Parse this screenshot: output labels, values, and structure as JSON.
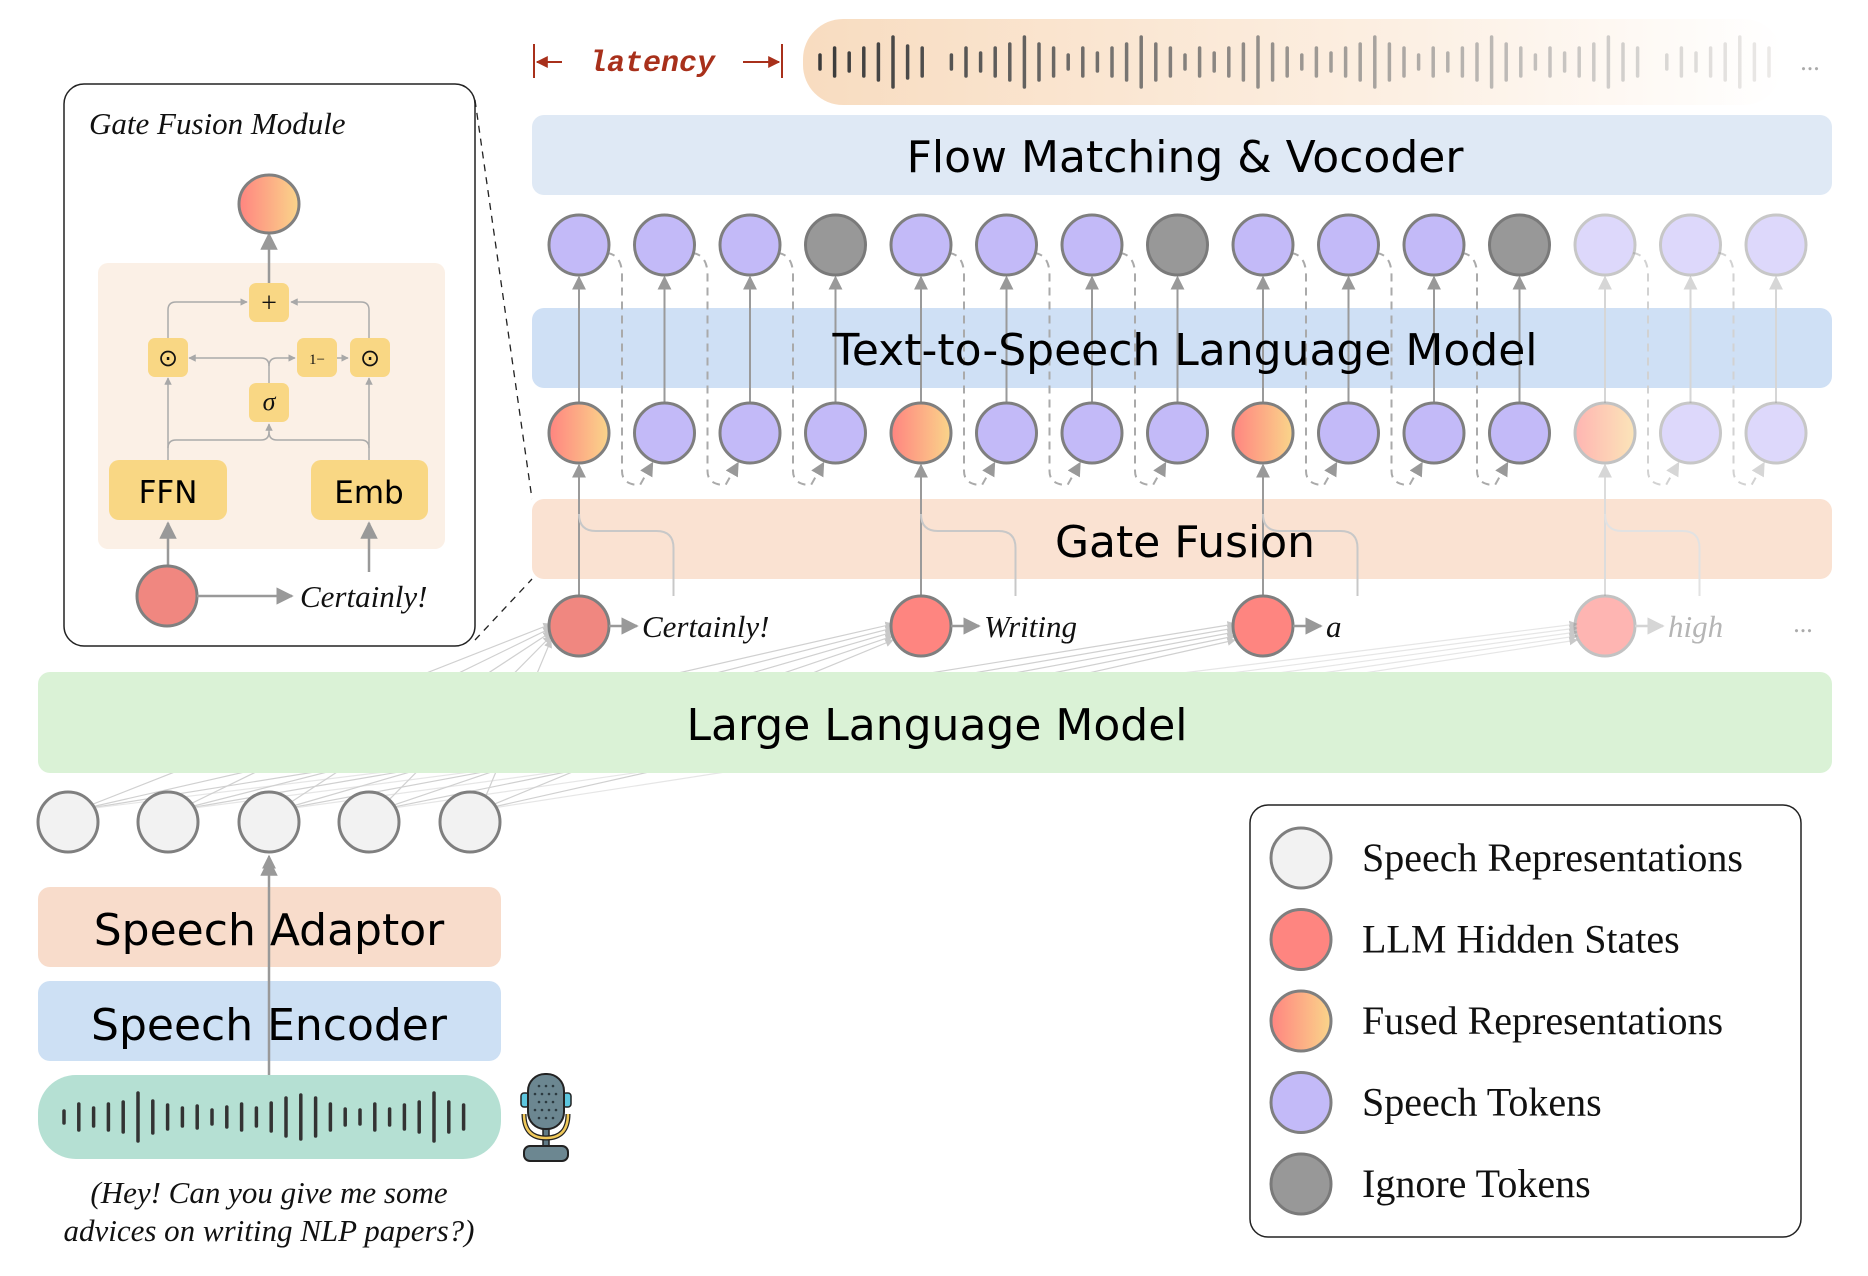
{
  "blocks": {
    "flow_matching": "Flow Matching & Vocoder",
    "tts_lm": "Text-to-Speech Language Model",
    "gate_fusion": "Gate Fusion",
    "llm": "Large Language Model",
    "speech_adaptor": "Speech Adaptor",
    "speech_encoder": "Speech Encoder"
  },
  "latency_label": "latency",
  "output_ellipsis": "...",
  "gate_fusion_module": {
    "title": "Gate Fusion Module",
    "ffn": "FFN",
    "emb": "Emb",
    "plus": "+",
    "hadamard_left": "⊙",
    "hadamard_right": "⊙",
    "one_minus": "1−",
    "sigma": "σ",
    "input_word": "Certainly!"
  },
  "columns": {
    "top_row": [
      "speech",
      "speech",
      "speech",
      "ignore",
      "speech",
      "speech",
      "speech",
      "ignore",
      "speech",
      "speech",
      "speech",
      "ignore",
      "speech-faded",
      "speech-faded",
      "speech-faded"
    ],
    "mid_row": [
      "fused",
      "speech",
      "speech",
      "speech",
      "fused",
      "speech",
      "speech",
      "speech",
      "fused",
      "speech",
      "speech",
      "speech",
      "fused-faded",
      "speech-faded",
      "speech-faded"
    ]
  },
  "llm_outputs": [
    {
      "column": 0,
      "word": "Certainly!",
      "faded": false
    },
    {
      "column": 4,
      "word": "Writing",
      "faded": false
    },
    {
      "column": 8,
      "word": "a",
      "faded": false
    },
    {
      "column": 12,
      "word": "high",
      "faded": true
    }
  ],
  "llm_output_ellipsis": "...",
  "speech_representation_count": 5,
  "input_caption": {
    "line1": "(Hey! Can you give me some",
    "line2": "advices on writing NLP papers?)"
  },
  "legend": [
    {
      "label": "Speech Representations",
      "kind": "speech-rep"
    },
    {
      "label": "LLM Hidden States",
      "kind": "hidden"
    },
    {
      "label": "Fused Representations",
      "kind": "fused"
    },
    {
      "label": "Speech Tokens",
      "kind": "speech"
    },
    {
      "label": "Ignore Tokens",
      "kind": "ignore"
    }
  ],
  "colors": {
    "speech_token": "#c3baf8",
    "ignore_token": "#989898",
    "hidden_state": "#fe8580",
    "fused_start": "#ff8480",
    "fused_end": "#fad58a",
    "speech_rep": "#f2f2f2",
    "latency": "#a8301b",
    "flow_bg": "#dfe9f5",
    "tts_bg": "#cfe0f5",
    "gate_bg": "#fae2d2",
    "llm_bg": "#daf2d6",
    "adaptor_bg": "#f8dccb",
    "encoder_bg": "#cde0f4",
    "input_wave_bg": "#b5e0d3",
    "module_node": "#f9d784",
    "module_inner_bg": "#fbf0e6"
  }
}
